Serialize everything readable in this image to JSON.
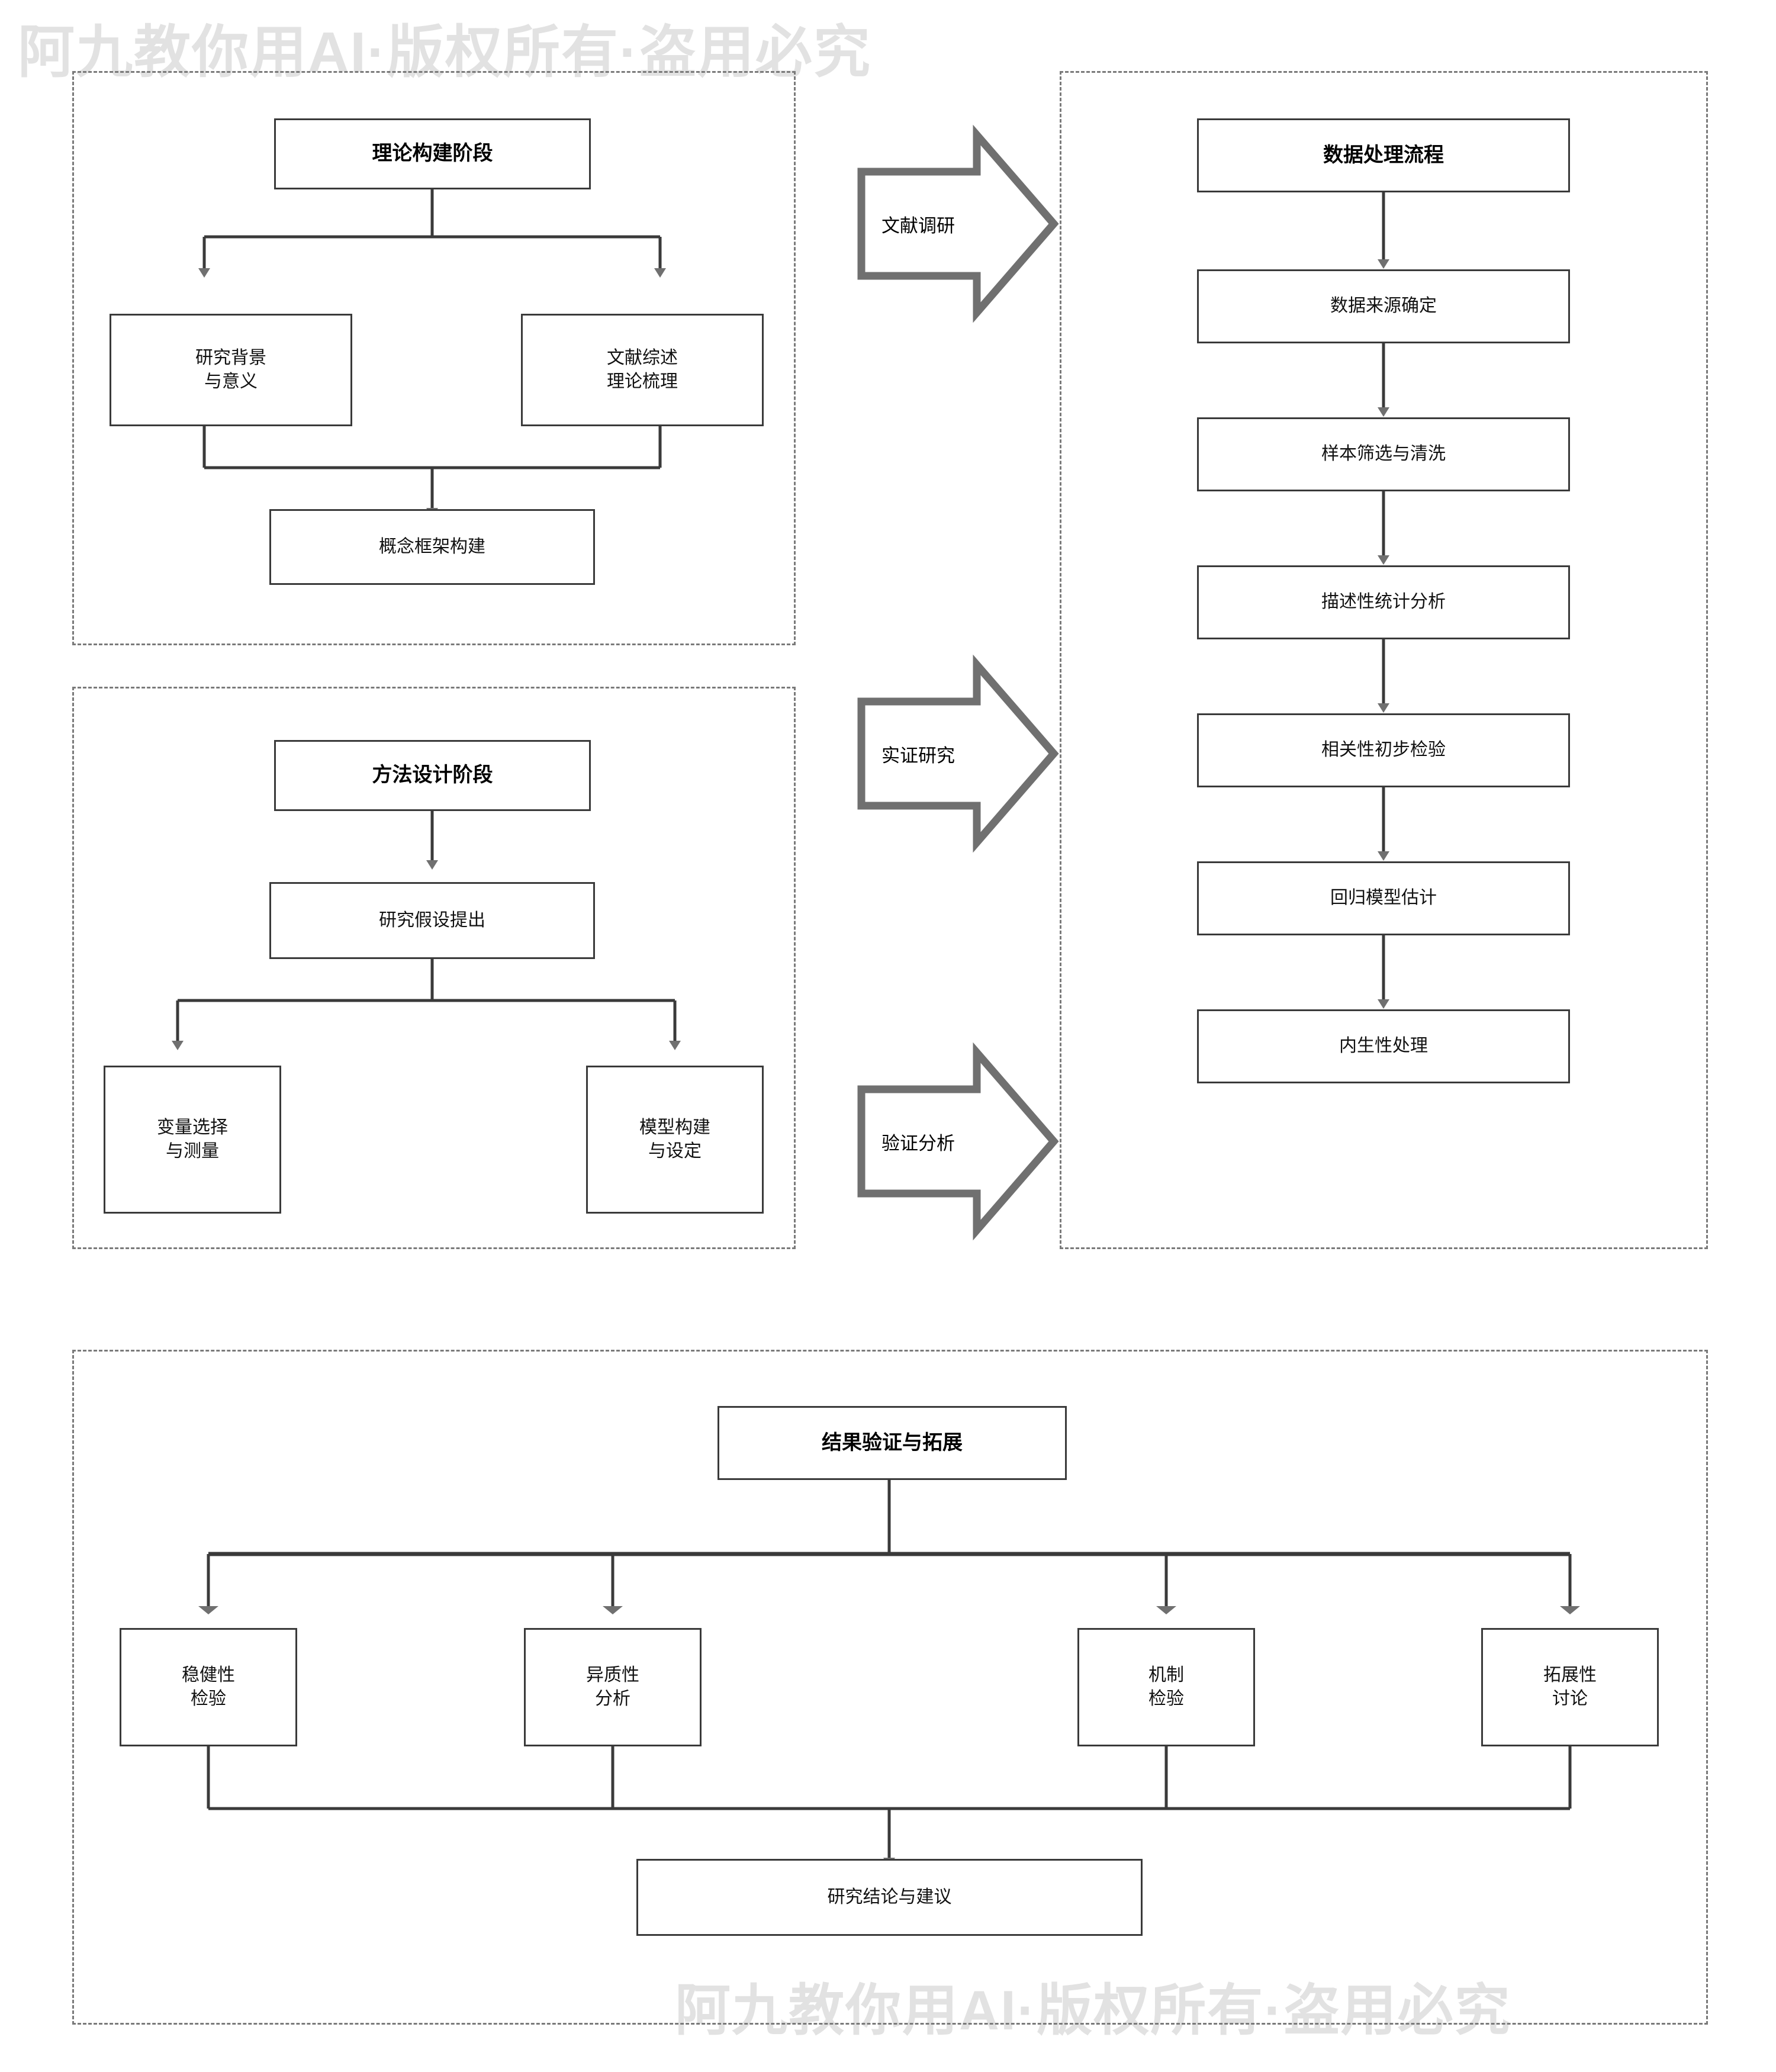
{
  "watermark": {
    "top_text": "阿九教你用AI·版权所有·盗用必究",
    "bottom_text": "阿九教你用AI·版权所有·盗用必究",
    "color": "#e2e2e2"
  },
  "colors": {
    "box_border": "#3a3a3a",
    "group_border": "#7a7a7a",
    "connector": "#3a3a3a",
    "arrowhead": "#707070",
    "block_arrow_stroke": "#707070",
    "background": "#ffffff"
  },
  "groups": [
    {
      "id": "theory-group",
      "label": "理论构建阶段组"
    },
    {
      "id": "method-group",
      "label": "方法设计阶段组"
    },
    {
      "id": "data-group",
      "label": "数据处理流程组"
    },
    {
      "id": "result-group",
      "label": "结果验证与拓展组"
    }
  ],
  "theory": {
    "header": "理论构建阶段",
    "left": "研究背景\n与意义",
    "left_line1": "研究背景",
    "left_line2": "与意义",
    "right_line1": "文献综述",
    "right_line2": "理论梳理",
    "bottom": "概念框架构建"
  },
  "method": {
    "header": "方法设计阶段",
    "step": "研究假设提出",
    "left_line1": "变量选择",
    "left_line2": "与测量",
    "right_line1": "模型构建",
    "right_line2": "与设定"
  },
  "data_flow": {
    "header": "数据处理流程",
    "steps": [
      "数据来源确定",
      "样本筛选与清洗",
      "描述性统计分析",
      "相关性初步检验",
      "回归模型估计",
      "内生性处理"
    ]
  },
  "results": {
    "header": "结果验证与拓展",
    "branches": [
      {
        "line1": "稳健性",
        "line2": "检验"
      },
      {
        "line1": "异质性",
        "line2": "分析"
      },
      {
        "line1": "机制",
        "line2": "检验"
      },
      {
        "line1": "拓展性",
        "line2": "讨论"
      }
    ],
    "conclusion": "研究结论与建议"
  },
  "transitions": [
    {
      "label": "文献调研"
    },
    {
      "label": "实证研究"
    },
    {
      "label": "验证分析"
    }
  ]
}
